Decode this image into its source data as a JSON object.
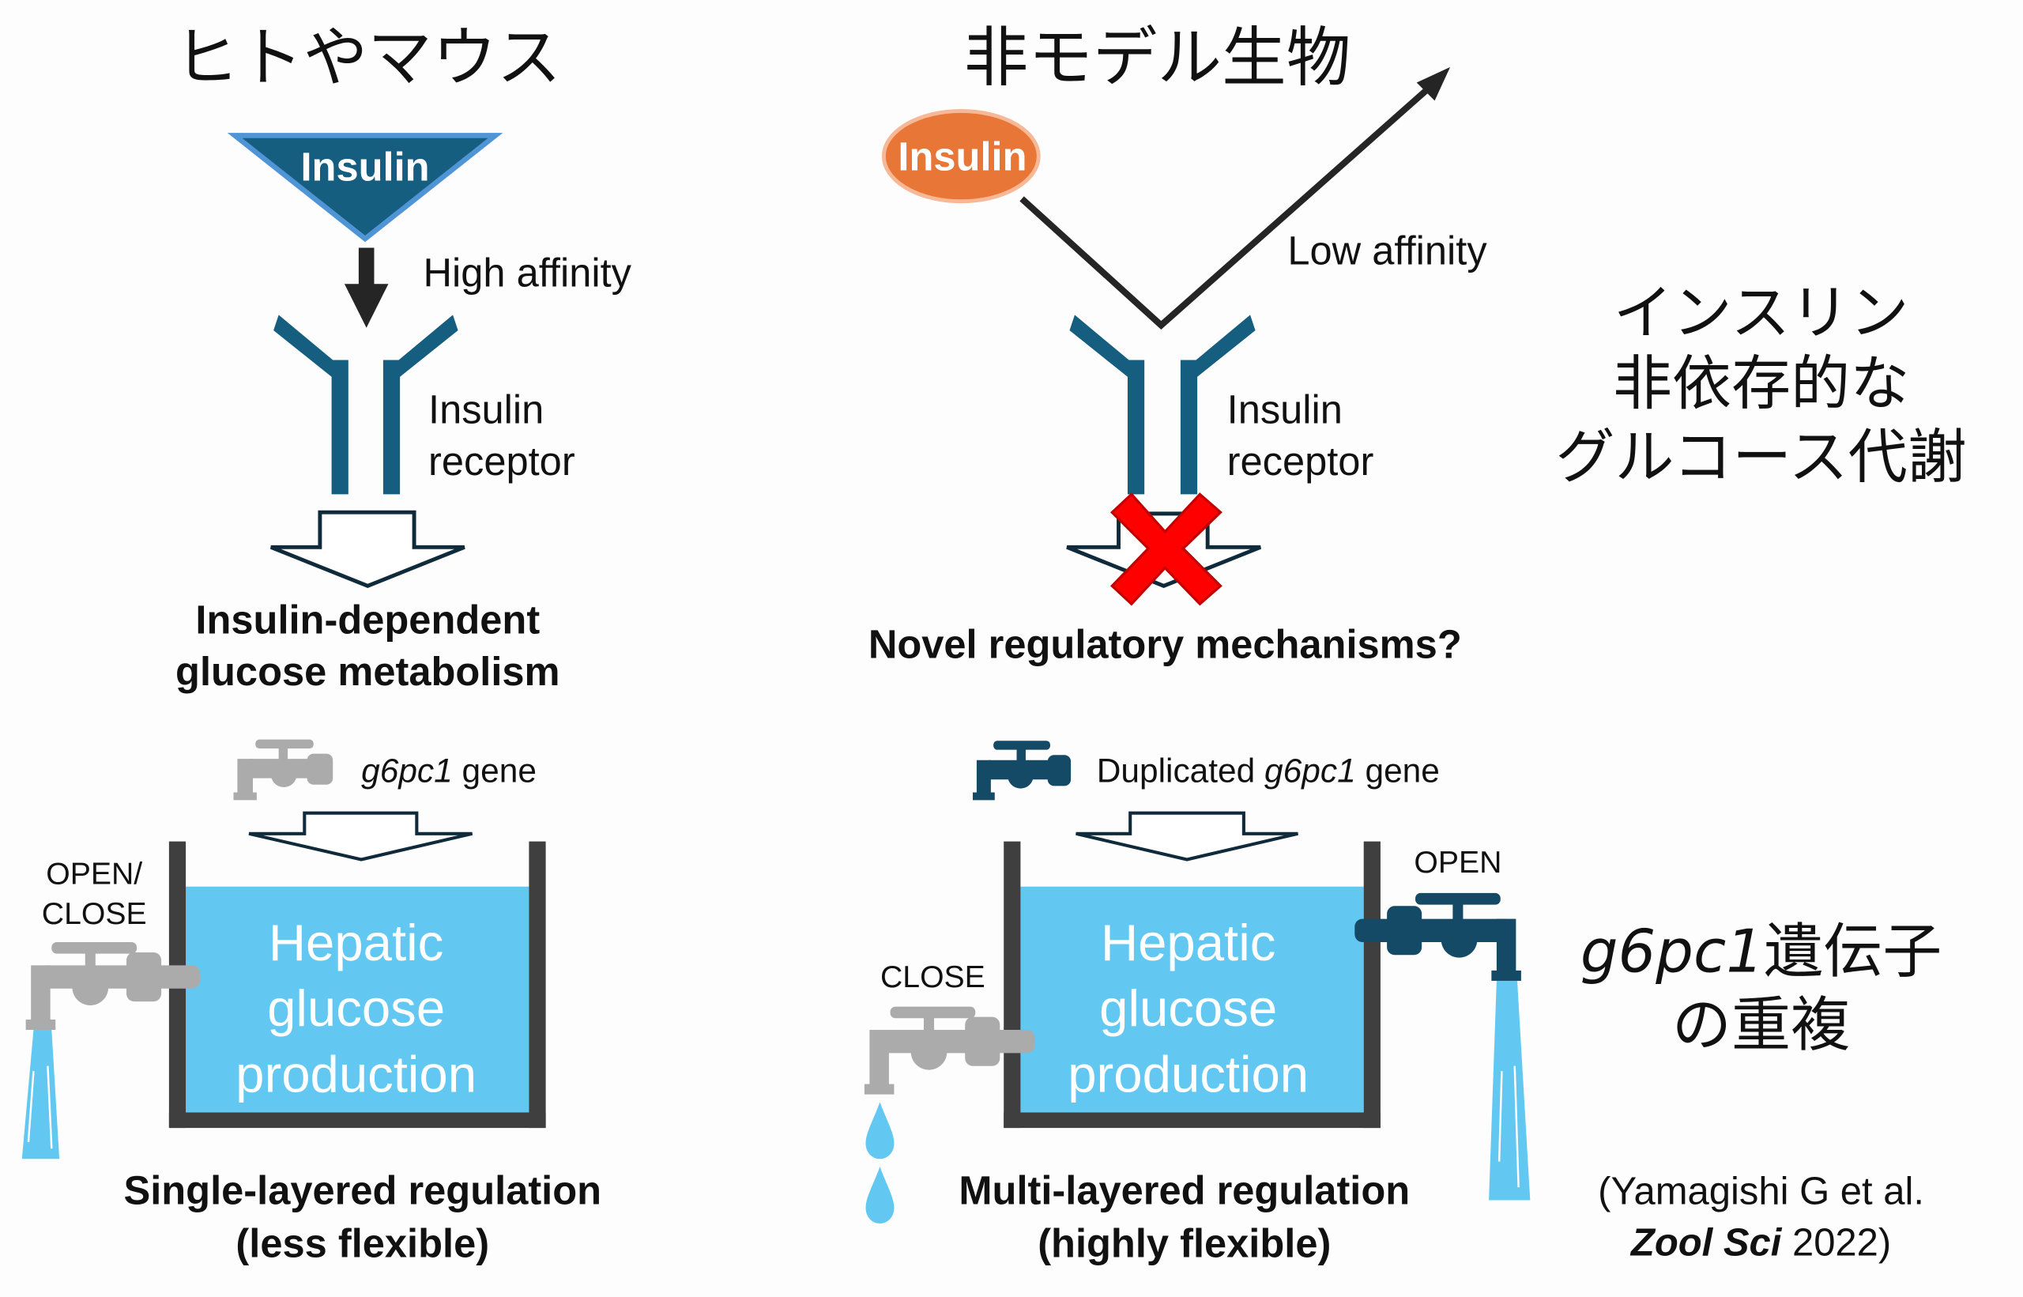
{
  "left_panel": {
    "heading": "ヒトやマウス",
    "ligand_label": "Insulin",
    "affinity_label": "High affinity",
    "receptor_label_line1": "Insulin",
    "receptor_label_line2": "receptor",
    "outcome_line1": "Insulin-dependent",
    "outcome_line2": "glucose metabolism",
    "gene_label_italic": "g6pc1",
    "gene_label_rest": " gene",
    "tap_state_line1": "OPEN/",
    "tap_state_line2": "CLOSE",
    "tank_line1": "Hepatic",
    "tank_line2": "glucose",
    "tank_line3": "production",
    "caption_line1": "Single-layered regulation",
    "caption_line2": "(less flexible)"
  },
  "right_panel": {
    "heading": "非モデル生物",
    "ligand_label": "Insulin",
    "affinity_label": "Low affinity",
    "receptor_label_line1": "Insulin",
    "receptor_label_line2": "receptor",
    "outcome": "Novel regulatory mechanisms?",
    "gene_label_prefix": "Duplicated ",
    "gene_label_italic": "g6pc1",
    "gene_label_rest": " gene",
    "tap_close_label": "CLOSE",
    "tap_open_label": "OPEN",
    "tank_line1": "Hepatic",
    "tank_line2": "glucose",
    "tank_line3": "production",
    "caption_line1": "Multi-layered regulation",
    "caption_line2": "(highly flexible)"
  },
  "side_notes": {
    "insulin_independent_line1": "インスリン",
    "insulin_independent_line2": "非依存的な",
    "insulin_independent_line3": "グルコース代謝",
    "duplication_italic": "g6pc1",
    "duplication_rest": "遺伝子",
    "duplication_line2": "の重複"
  },
  "citation": {
    "line1": "(Yamagishi G et al.",
    "journal": "Zool Sci",
    "year": "2022)"
  },
  "colors": {
    "receptor": "#165e80",
    "insulin_triangle": "#165e80",
    "insulin_triangle_border": "#4f95d6",
    "insulin_oval": "#e87636",
    "water": "#62c8f2",
    "tank_wall": "#3f3f3f",
    "tap_inactive": "#ababab",
    "tap_active": "#144a66",
    "cross": "#ff0000"
  }
}
